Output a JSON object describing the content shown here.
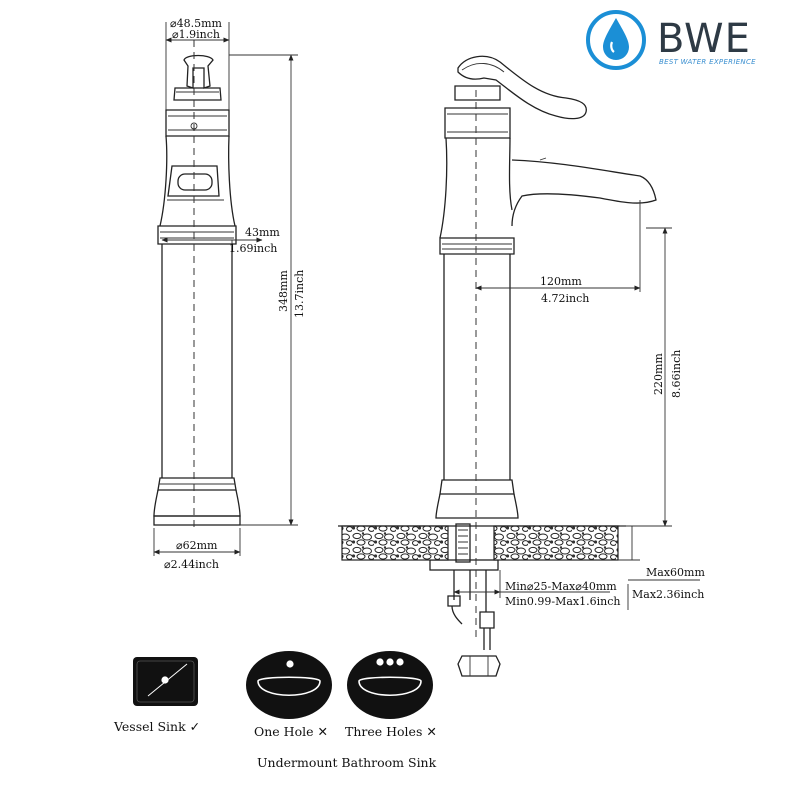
{
  "logo": {
    "brand": "BWE",
    "tagline": "BEST WATER EXPERIENCE",
    "accent_color": "#1b8fd6",
    "icon": "water-drop-icon"
  },
  "front_view": {
    "top_diameter_mm": "⌀48.5mm",
    "top_diameter_in": "⌀1.9inch",
    "body_width_mm": "43mm",
    "body_width_in": "1.69inch",
    "height_mm": "348mm",
    "height_in": "13.7inch",
    "base_diameter_mm": "⌀62mm",
    "base_diameter_in": "⌀2.44inch"
  },
  "side_view": {
    "spout_reach_mm": "120mm",
    "spout_reach_in": "4.72inch",
    "spout_height_mm": "220mm",
    "spout_height_in": "8.66inch",
    "deck_hole_mm": "Min⌀25-Max⌀40mm",
    "deck_hole_in": "Min0.99-Max1.6inch",
    "deck_thickness_mm": "Max60mm",
    "deck_thickness_in": "Max2.36inch"
  },
  "sink_types": {
    "vessel": {
      "label": "Vessel Sink ✓",
      "icon": "vessel-sink-icon"
    },
    "one_hole": {
      "label": "One Hole ✕",
      "icon": "one-hole-sink-icon"
    },
    "three_holes": {
      "label": "Three Holes ✕",
      "icon": "three-hole-sink-icon"
    },
    "undermount_caption": "Undermount Bathroom Sink"
  }
}
